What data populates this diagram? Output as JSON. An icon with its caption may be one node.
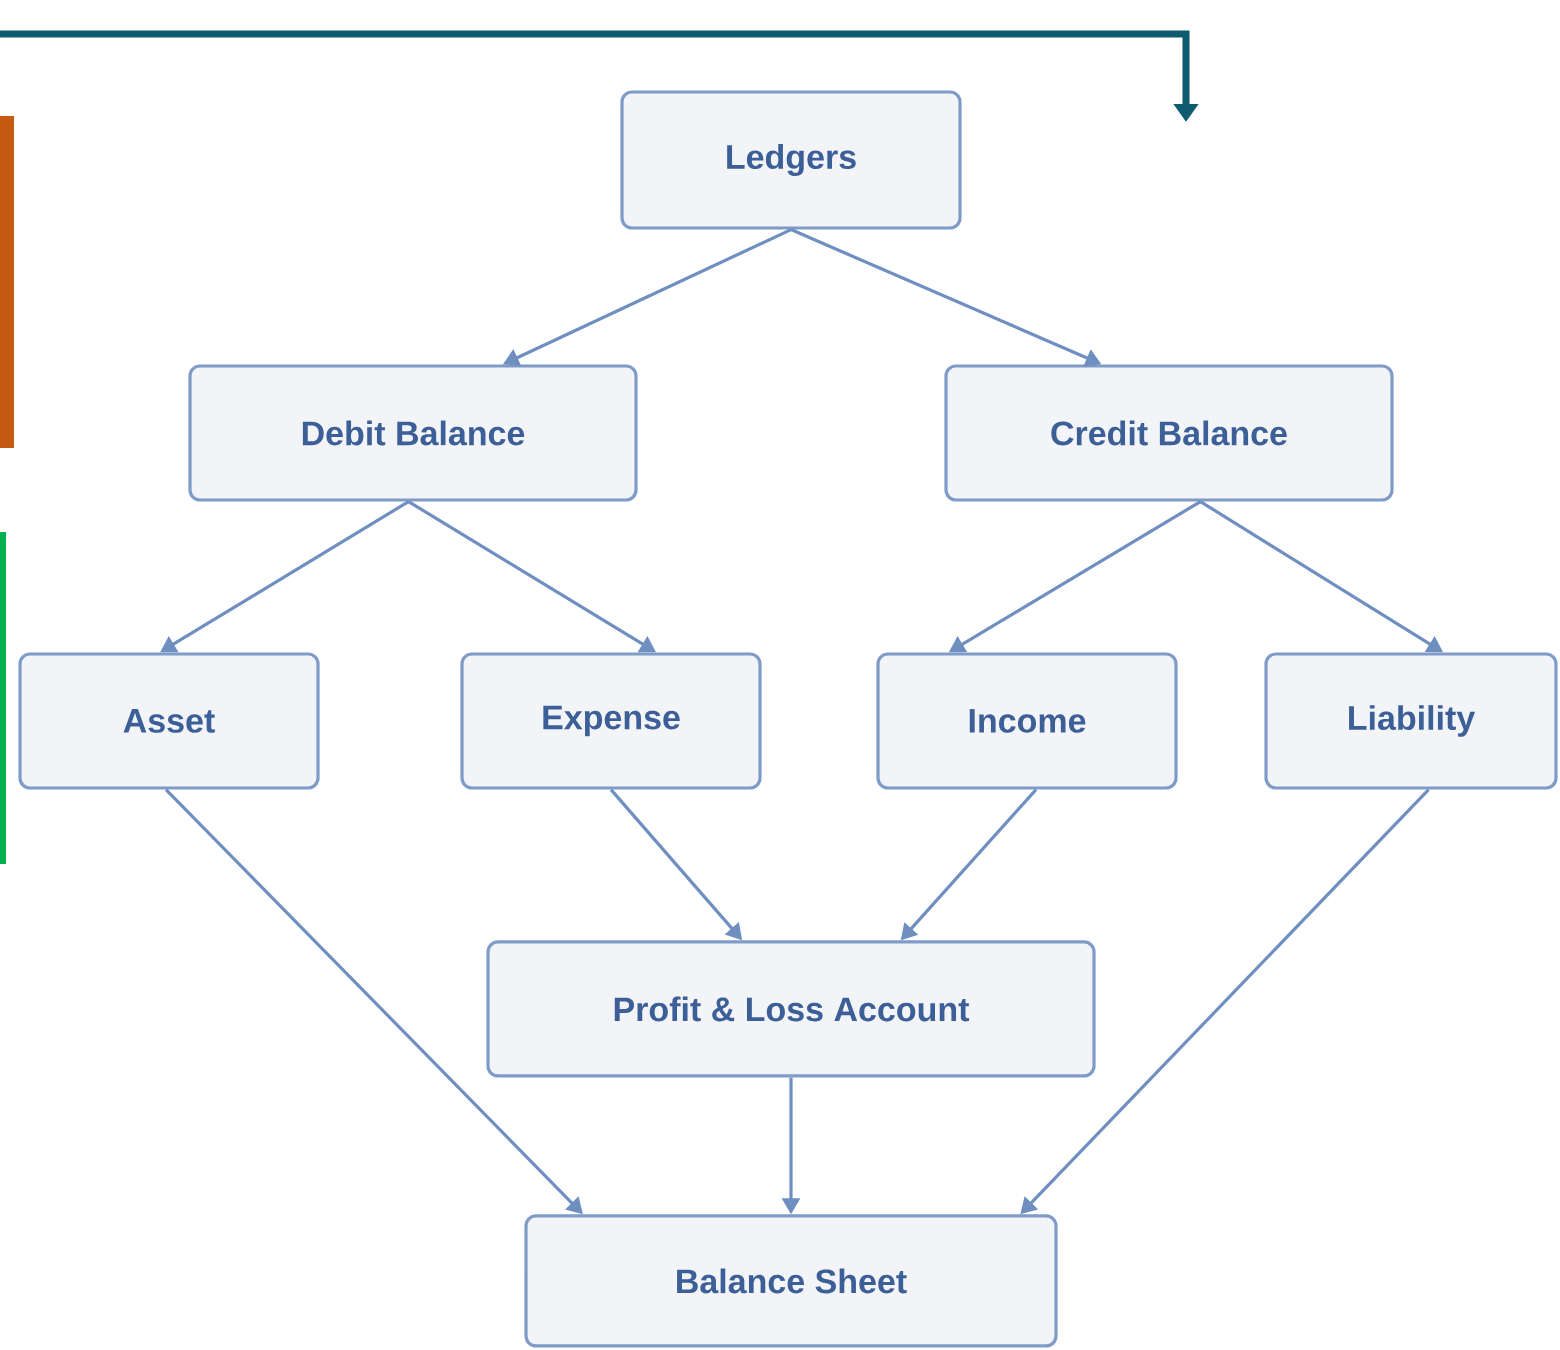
{
  "diagram": {
    "nodes": [
      {
        "text": [
          "Ledgers"
        ]
      },
      {
        "text": [
          "Debit Balance"
        ]
      },
      {
        "text": [
          "Credit Balance"
        ]
      },
      {
        "text": [
          "Asset"
        ]
      },
      {
        "text": [
          "Expense"
        ]
      },
      {
        "text": [
          "Income"
        ]
      },
      {
        "text": [
          "Liability"
        ]
      },
      {
        "text": [
          "Profit & Loss Account"
        ]
      },
      {
        "text": [
          "Balance Sheet"
        ]
      }
    ],
    "edges": [
      {
        "from": 0,
        "to": 1,
        "arrow": "to"
      },
      {
        "from": 0,
        "to": 2,
        "arrow": "to"
      },
      {
        "from": 1,
        "to": 3,
        "arrow": "to"
      },
      {
        "from": 1,
        "to": 4,
        "arrow": "to"
      },
      {
        "from": 2,
        "to": 5,
        "arrow": "to"
      },
      {
        "from": 2,
        "to": 6,
        "arrow": "to"
      },
      {
        "from": 4,
        "to": 7,
        "arrow": "to"
      },
      {
        "from": 5,
        "to": 7,
        "arrow": "to"
      },
      {
        "from": 3,
        "to": 8,
        "arrow": "to"
      },
      {
        "from": 7,
        "to": 8,
        "arrow": "to"
      },
      {
        "from": 6,
        "to": 8,
        "arrow": "to"
      }
    ]
  }
}
